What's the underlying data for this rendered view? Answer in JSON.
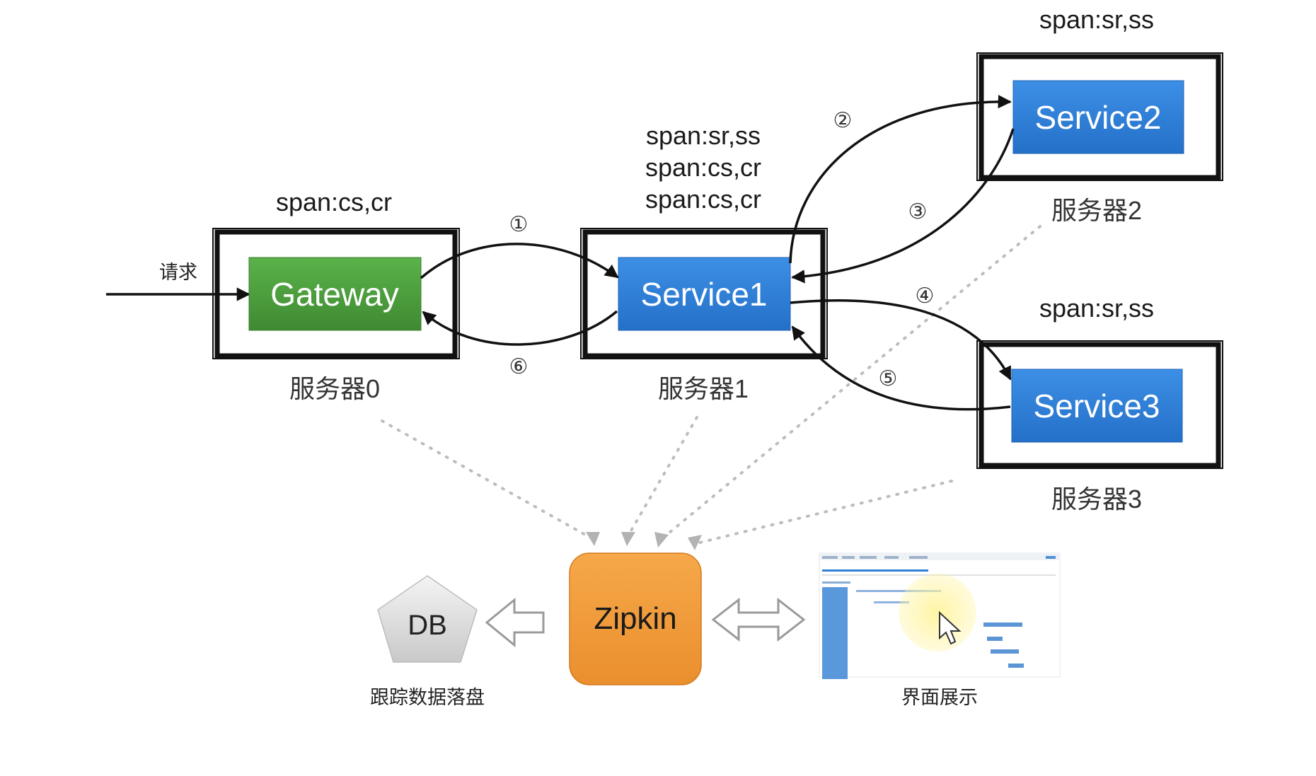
{
  "request_label": "请求",
  "nodes": {
    "gateway": {
      "label": "Gateway",
      "server": "服务器0",
      "spans": [
        "span:cs,cr"
      ],
      "color": "#4e9a3e"
    },
    "service1": {
      "label": "Service1",
      "server": "服务器1",
      "spans": [
        "span:sr,ss",
        "span:cs,cr",
        "span:cs,cr"
      ],
      "color": "#2f7fd6"
    },
    "service2": {
      "label": "Service2",
      "server": "服务器2",
      "spans": [
        "span:sr,ss"
      ],
      "color": "#2f7fd6"
    },
    "service3": {
      "label": "Service3",
      "server": "服务器3",
      "spans": [
        "span:sr,ss"
      ],
      "color": "#2f7fd6"
    }
  },
  "steps": [
    "①",
    "②",
    "③",
    "④",
    "⑤",
    "⑥"
  ],
  "zipkin": {
    "label": "Zipkin",
    "color": "#ef9a3c"
  },
  "db": {
    "label": "DB",
    "caption": "跟踪数据落盘"
  },
  "ui": {
    "caption": "界面展示"
  }
}
